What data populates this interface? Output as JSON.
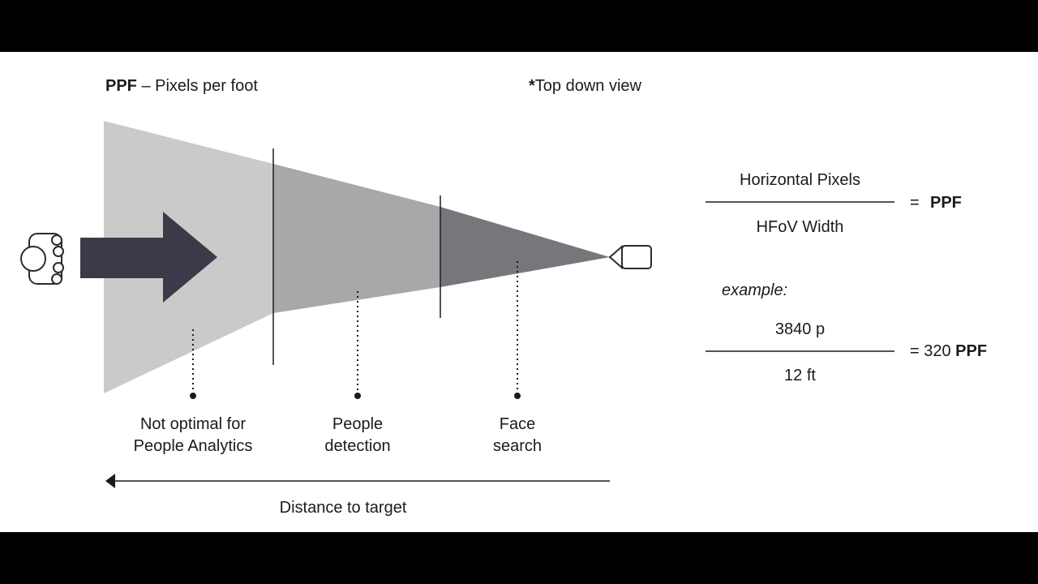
{
  "title": {
    "abbr": "PPF",
    "rest": "– Pixels per foot"
  },
  "view_note": {
    "star": "*",
    "text": "Top down view"
  },
  "zones": [
    {
      "label_line1": "Not optimal for",
      "label_line2": "People Analytics"
    },
    {
      "label_line1": "People",
      "label_line2": "detection"
    },
    {
      "label_line1": "Face",
      "label_line2": "search"
    }
  ],
  "distance_label": "Distance to target",
  "formula": {
    "numerator": "Horizontal Pixels",
    "denominator": "HFoV Width",
    "equals": "=",
    "result": "PPF"
  },
  "example": {
    "label": "example:",
    "numerator": "3840 p",
    "denominator": "12 ft",
    "equals": "= 320",
    "result_unit": "PPF"
  },
  "colors": {
    "cone_light": "#cacaca",
    "cone_mid": "#a7a8aa",
    "cone_dark": "#76777b",
    "arrow": "#3b3a48",
    "ink": "#1b1b1f"
  },
  "icons": [
    "person-top-down-icon",
    "camera-icon",
    "direction-arrow-icon"
  ]
}
